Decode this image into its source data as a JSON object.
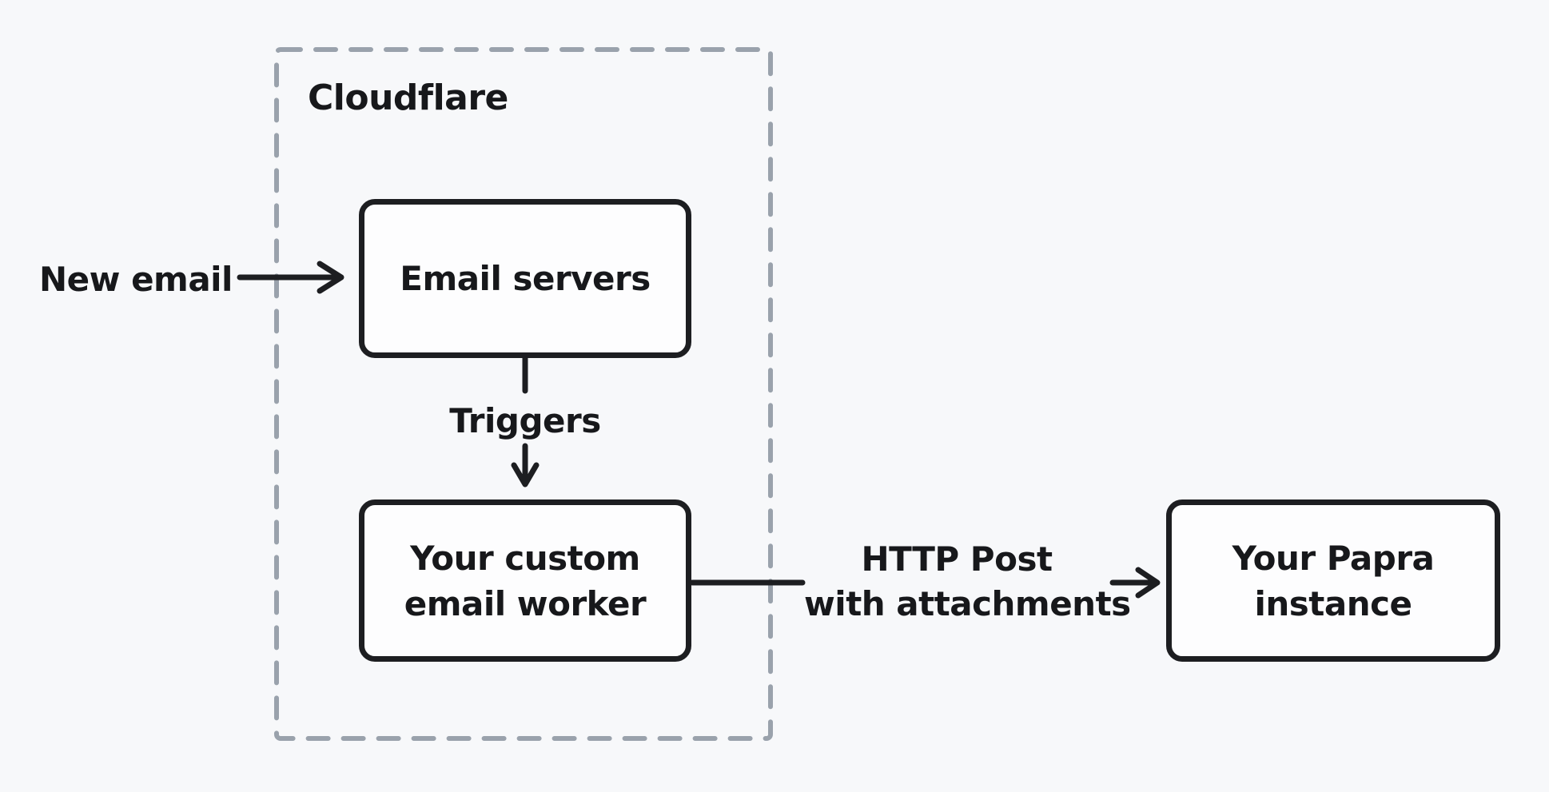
{
  "diagram": {
    "type": "flowchart",
    "background_color": "#f7f8fa",
    "stroke_color": "#1d1e21",
    "text_color": "#17181b",
    "node_fill_color": "#fdfdfe",
    "group": {
      "label": "Cloudflare",
      "border_style": "dashed",
      "border_color": "#9aa2ac",
      "contains": [
        "email-servers",
        "email-worker"
      ]
    },
    "nodes": [
      {
        "id": "email-servers",
        "label": "Email servers",
        "lines": [
          "Email servers"
        ]
      },
      {
        "id": "email-worker",
        "label": "Your custom email worker",
        "lines": [
          "Your custom",
          "email worker"
        ]
      },
      {
        "id": "papra-instance",
        "label": "Your Papra instance",
        "lines": [
          "Your Papra",
          "instance"
        ]
      }
    ],
    "edges": [
      {
        "id": "new-email",
        "from": "external",
        "to": "email-servers",
        "label": "New email",
        "lines": [
          "New email"
        ],
        "arrowhead": "end"
      },
      {
        "id": "triggers",
        "from": "email-servers",
        "to": "email-worker",
        "label": "Triggers",
        "lines": [
          "Triggers"
        ],
        "arrowhead": "end"
      },
      {
        "id": "http-post",
        "from": "email-worker",
        "to": "papra-instance",
        "label": "HTTP Post with attachments",
        "lines": [
          "HTTP Post",
          "with attachments"
        ],
        "arrowhead": "end"
      }
    ]
  }
}
